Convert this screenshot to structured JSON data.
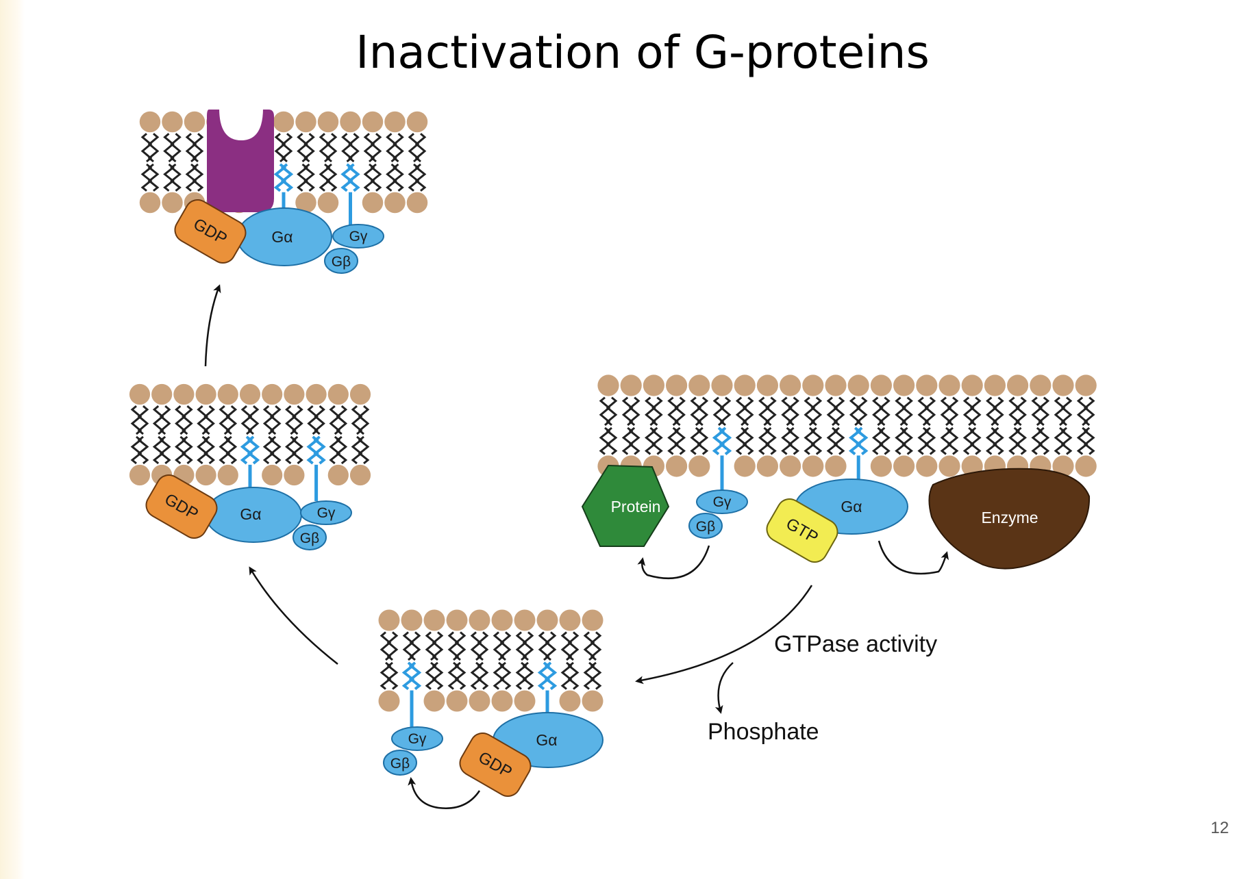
{
  "title": "Inactivation of G-proteins",
  "page_number": "12",
  "labels": {
    "gdp": "GDP",
    "gtp": "GTP",
    "g_alpha": "Gα",
    "g_beta": "Gβ",
    "g_gamma": "Gγ",
    "protein": "Protein",
    "enzyme": "Enzyme",
    "gtpase_activity": "GTPase activity",
    "phosphate": "Phosphate"
  },
  "colors": {
    "lipid_head": "#c9a27c",
    "lipid_tail": "#222222",
    "anchor": "#2d9be0",
    "g_subunit": "#5ab3e6",
    "gdp": "#ea913a",
    "gtp": "#f2ec52",
    "receptor": "#8b2f82",
    "protein": "#2f8a3a",
    "enzyme": "#5a3416"
  }
}
